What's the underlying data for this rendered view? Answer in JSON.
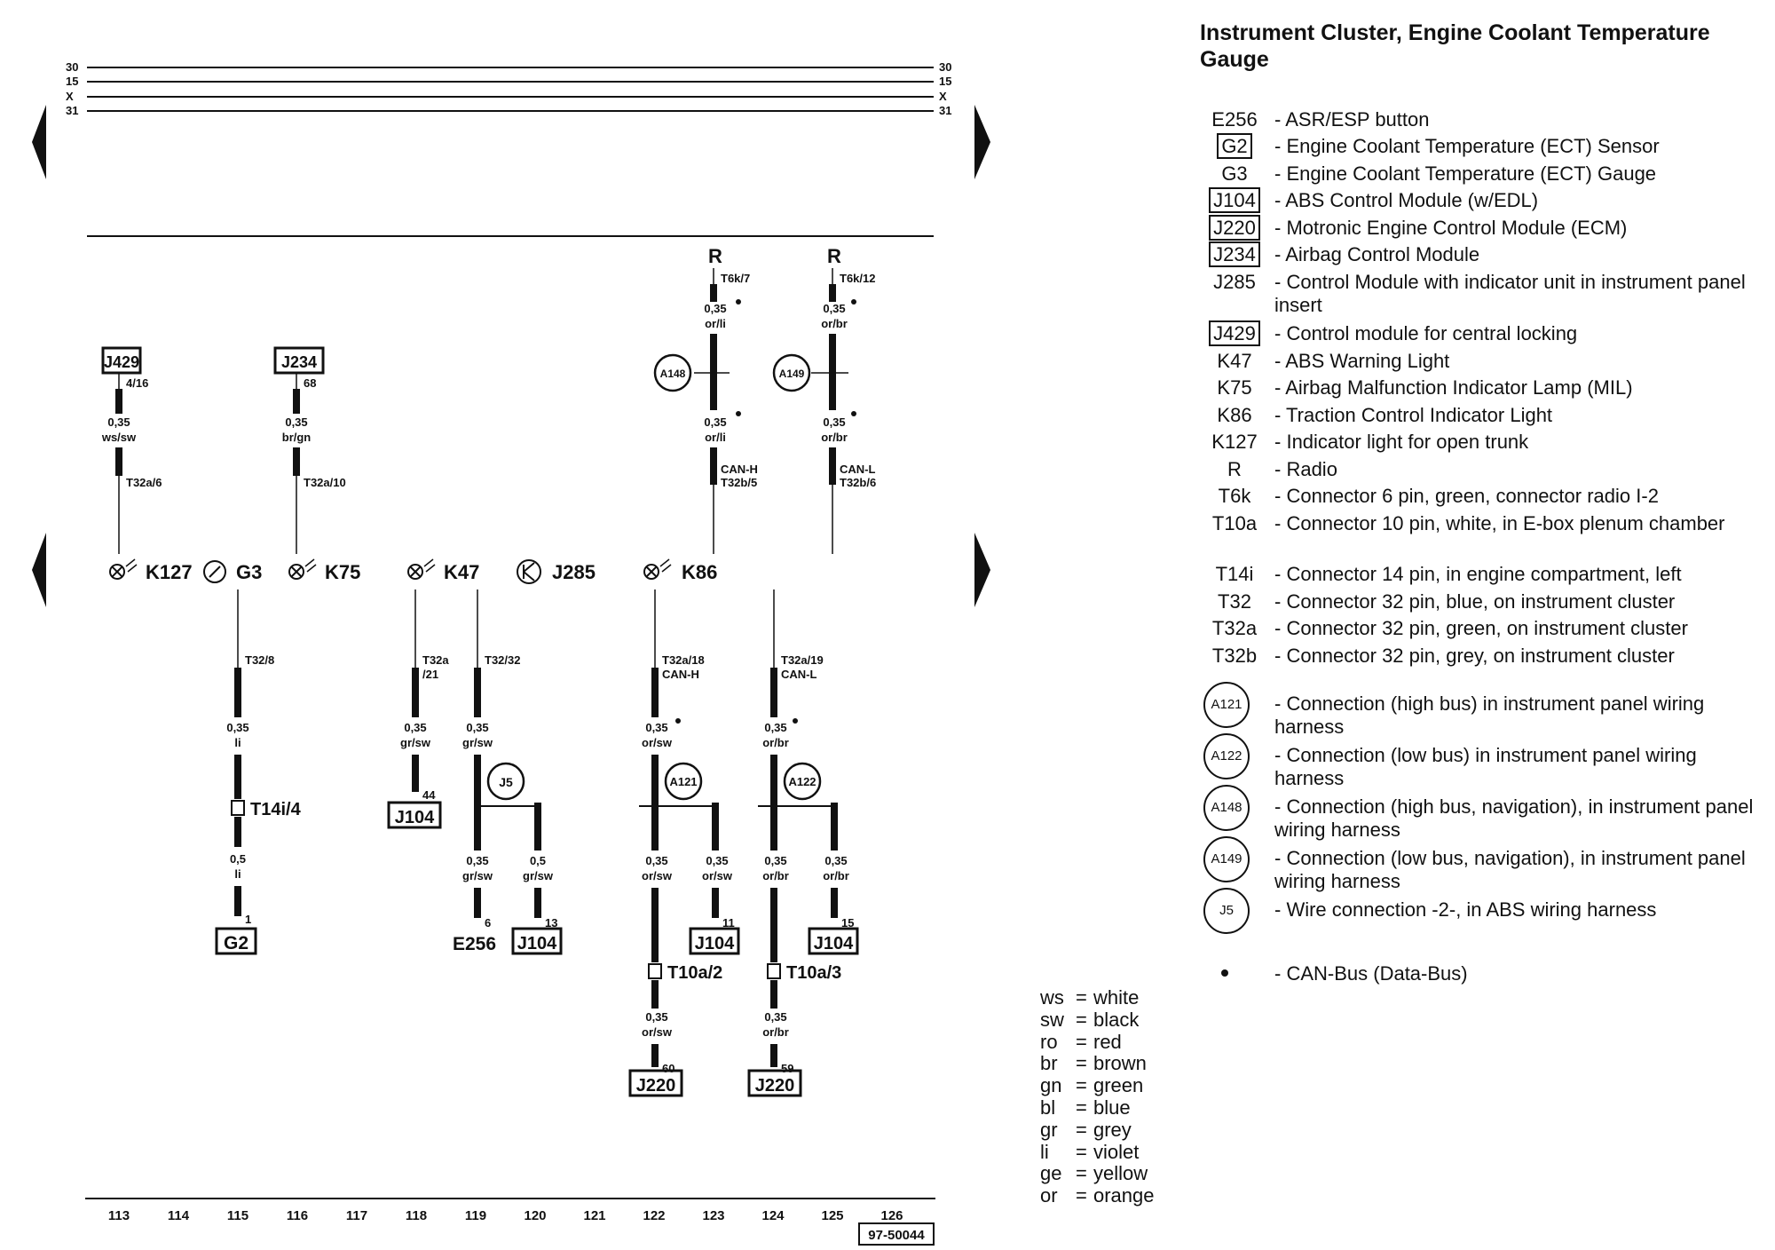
{
  "legend": {
    "title": "Instrument Cluster, Engine Coolant Temperature Gauge",
    "items": [
      {
        "code": "E256",
        "boxed": false,
        "desc": "ASR/ESP button"
      },
      {
        "code": "G2",
        "boxed": true,
        "desc": "Engine Coolant Temperature (ECT) Sensor"
      },
      {
        "code": "G3",
        "boxed": false,
        "desc": "Engine Coolant Temperature (ECT) Gauge"
      },
      {
        "code": "J104",
        "boxed": true,
        "desc": "ABS Control Module (w/EDL)"
      },
      {
        "code": "J220",
        "boxed": true,
        "desc": "Motronic Engine Control Module (ECM)"
      },
      {
        "code": "J234",
        "boxed": true,
        "desc": "Airbag Control Module"
      },
      {
        "code": "J285",
        "boxed": false,
        "desc": "Control Module with indicator unit in instrument panel insert"
      },
      {
        "code": "J429",
        "boxed": true,
        "desc": "Control module for central locking"
      },
      {
        "code": "K47",
        "boxed": false,
        "desc": "ABS Warning Light"
      },
      {
        "code": "K75",
        "boxed": false,
        "desc": "Airbag Malfunction Indicator Lamp (MIL)"
      },
      {
        "code": "K86",
        "boxed": false,
        "desc": "Traction Control Indicator Light"
      },
      {
        "code": "K127",
        "boxed": false,
        "desc": "Indicator light for open trunk"
      },
      {
        "code": "R",
        "boxed": false,
        "desc": "Radio"
      },
      {
        "code": "T6k",
        "boxed": false,
        "desc": "Connector 6 pin, green, connector radio I-2"
      },
      {
        "code": "T10a",
        "boxed": false,
        "desc": "Connector 10 pin, white, in E-box plenum chamber"
      },
      {
        "code": "T14i",
        "boxed": false,
        "desc": "Connector 14 pin, in engine compartment, left"
      },
      {
        "code": "T32",
        "boxed": false,
        "desc": "Connector 32 pin, blue, on instrument cluster"
      },
      {
        "code": "T32a",
        "boxed": false,
        "desc": "Connector 32 pin, green, on instrument cluster"
      },
      {
        "code": "T32b",
        "boxed": false,
        "desc": "Connector 32 pin, grey, on instrument cluster"
      }
    ],
    "connections": [
      {
        "code": "A121",
        "desc": "Connection (high bus) in instrument panel wiring harness"
      },
      {
        "code": "A122",
        "desc": "Connection (low bus) in instrument panel wiring harness"
      },
      {
        "code": "A148",
        "desc": "Connection (high bus, navigation), in instrument panel wiring harness"
      },
      {
        "code": "A149",
        "desc": "Connection (low bus, navigation), in instrument panel wiring harness"
      },
      {
        "code": "J5",
        "desc": "Wire connection -2-, in ABS wiring harness"
      }
    ],
    "can_note": "CAN-Bus (Data-Bus)"
  },
  "colors": [
    {
      "abbr": "ws",
      "name": "white"
    },
    {
      "abbr": "sw",
      "name": "black"
    },
    {
      "abbr": "ro",
      "name": "red"
    },
    {
      "abbr": "br",
      "name": "brown"
    },
    {
      "abbr": "gn",
      "name": "green"
    },
    {
      "abbr": "bl",
      "name": "blue"
    },
    {
      "abbr": "gr",
      "name": "grey"
    },
    {
      "abbr": "li",
      "name": "violet"
    },
    {
      "abbr": "ge",
      "name": "yellow"
    },
    {
      "abbr": "or",
      "name": "orange"
    }
  ],
  "bus_labels": [
    "30",
    "15",
    "X",
    "31"
  ],
  "components": {
    "K127": "K127",
    "G3": "G3",
    "K75": "K75",
    "K47": "K47",
    "J285": "J285",
    "K86": "K86",
    "J429": "J429",
    "J234": "J234",
    "R": "R",
    "G2": "G2",
    "E256": "E256",
    "J104": "J104",
    "J220": "J220"
  },
  "connectors": {
    "t6k_7": "T6k/7",
    "t6k_12": "T6k/12",
    "t32a_6": "T32a/6",
    "t32a_10": "T32a/10",
    "t32b_5": "T32b/5",
    "t32b_6": "T32b/6",
    "can_h": "CAN-H",
    "can_l": "CAN-L",
    "t32_8": "T32/8",
    "t32a_21a": "T32a",
    "t32a_21b": "/21",
    "t32_32": "T32/32",
    "t32a_18": "T32a/18",
    "t32a_19": "T32a/19",
    "t14i_4": "T14i/4",
    "t10a_2": "T10a/2",
    "t10a_3": "T10a/3",
    "pin_4_16": "4/16",
    "pin_68": "68",
    "pin_44": "44",
    "pin_1": "1",
    "pin_6": "6",
    "pin_13": "13",
    "pin_11": "11",
    "pin_15": "15",
    "pin_60": "60",
    "pin_59": "59"
  },
  "splices": {
    "A148": "A148",
    "A149": "A149",
    "A121": "A121",
    "A122": "A122",
    "J5": "J5"
  },
  "wires": {
    "w_k127_sz": "0,35",
    "w_k127_col": "ws/sw",
    "w_k75_sz": "0,35",
    "w_k75_col": "br/gn",
    "w_r1a_sz": "0,35",
    "w_r1a_col": "or/li",
    "w_r1b_sz": "0,35",
    "w_r1b_col": "or/li",
    "w_r2a_sz": "0,35",
    "w_r2a_col": "or/br",
    "w_r2b_sz": "0,35",
    "w_r2b_col": "or/br",
    "w_g3a_sz": "0,35",
    "w_g3a_col": "li",
    "w_g3b_sz": "0,5",
    "w_g3b_col": "li",
    "w_k47_sz": "0,35",
    "w_k47_col": "gr/sw",
    "w_j5top_sz": "0,35",
    "w_j5top_col": "gr/sw",
    "w_j5l_sz": "0,35",
    "w_j5l_col": "gr/sw",
    "w_j5r_sz": "0,5",
    "w_j5r_col": "gr/sw",
    "w_chtop_sz": "0,35",
    "w_chtop_col": "or/sw",
    "w_chl_sz": "0,35",
    "w_chl_col": "or/sw",
    "w_chr_sz": "0,35",
    "w_chr_col": "or/sw",
    "w_chb_sz": "0,35",
    "w_chb_col": "or/sw",
    "w_cltop_sz": "0,35",
    "w_cltop_col": "or/br",
    "w_cll_sz": "0,35",
    "w_cll_col": "or/br",
    "w_clr_sz": "0,35",
    "w_clr_col": "or/br",
    "w_clb_sz": "0,35",
    "w_clb_col": "or/br"
  },
  "current_tracks": [
    "113",
    "114",
    "115",
    "116",
    "117",
    "118",
    "119",
    "120",
    "121",
    "122",
    "123",
    "124",
    "125",
    "126"
  ],
  "diagram_id": "97-50044"
}
